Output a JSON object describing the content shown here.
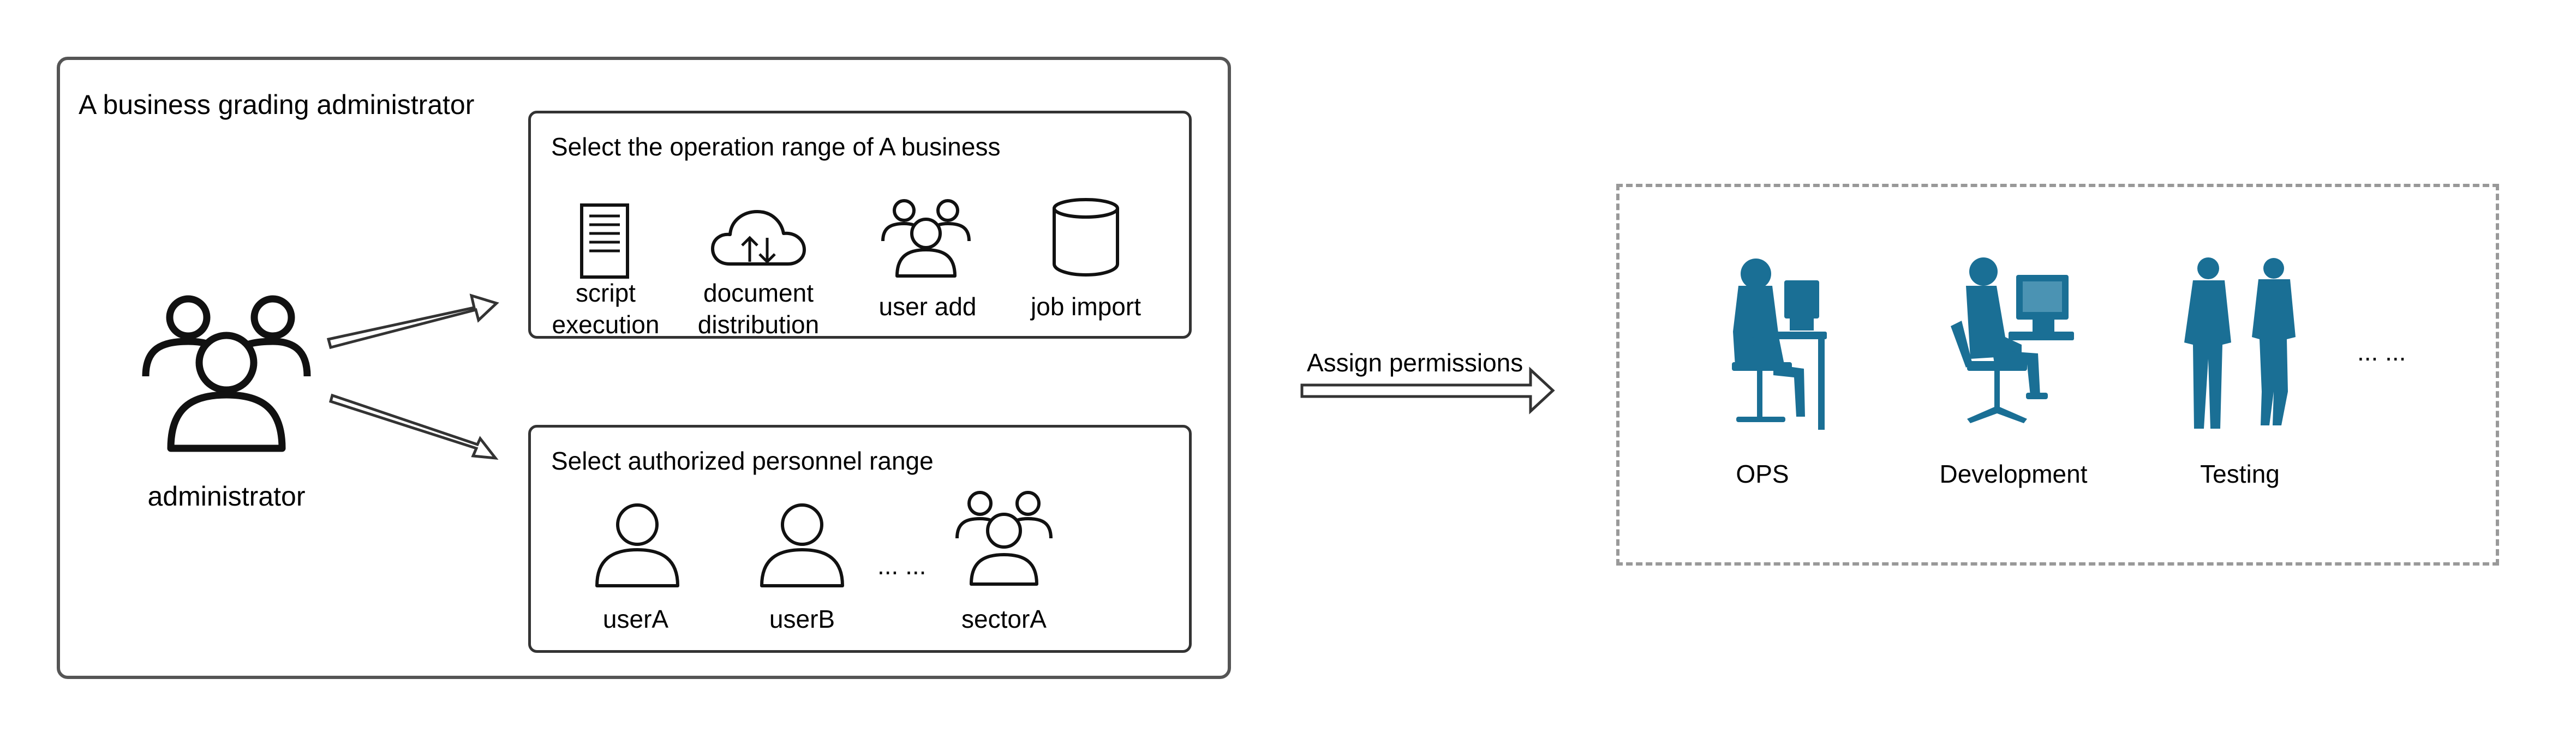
{
  "outer": {
    "title": "A business grading administrator"
  },
  "admin": {
    "label": "administrator"
  },
  "operation": {
    "title": "Select the operation range of A business",
    "items": [
      {
        "icon": "server-icon",
        "label_line1": "script",
        "label_line2": "execution"
      },
      {
        "icon": "cloud-transfer-icon",
        "label_line1": "document",
        "label_line2": "distribution"
      },
      {
        "icon": "users-icon",
        "label": "user add"
      },
      {
        "icon": "database-icon",
        "label": "job import"
      }
    ]
  },
  "personnel": {
    "title": "Select authorized personnel range",
    "items": [
      {
        "icon": "user-icon",
        "label": "userA"
      },
      {
        "icon": "user-icon",
        "label": "userB"
      },
      {
        "label": "... ..."
      },
      {
        "icon": "users-icon",
        "label": "sectorA"
      }
    ]
  },
  "assign": {
    "label": "Assign permissions"
  },
  "roles": {
    "items": [
      {
        "icon": "ops-worker-icon",
        "label": "OPS"
      },
      {
        "icon": "developer-icon",
        "label": "Development"
      },
      {
        "icon": "testers-icon",
        "label": "Testing"
      },
      {
        "label": "... ..."
      }
    ],
    "color": "#1a6f95"
  }
}
